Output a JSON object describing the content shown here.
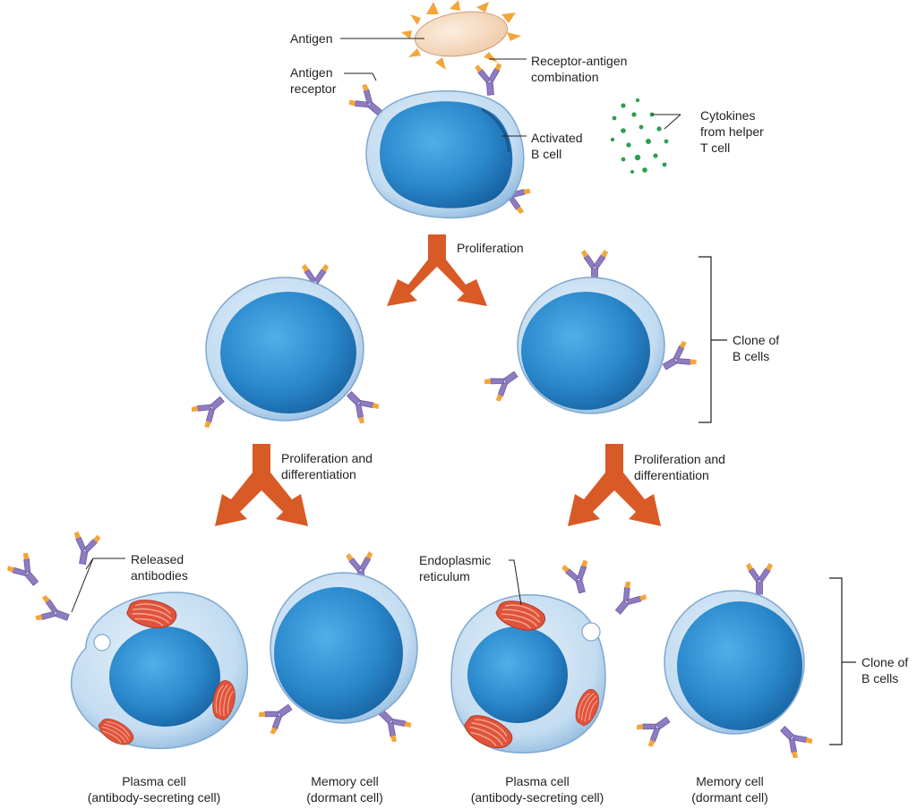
{
  "labels": {
    "antigen": "Antigen",
    "antigen_receptor": [
      "Antigen",
      "receptor"
    ],
    "receptor_antigen_combination": [
      "Receptor-antigen",
      "combination"
    ],
    "activated_b_cell": [
      "Activated",
      "B cell"
    ],
    "cytokines": [
      "Cytokines",
      "from helper",
      "T cell"
    ],
    "proliferation": "Proliferation",
    "clone_top": [
      "Clone of",
      "B cells"
    ],
    "prolif_diff_left": [
      "Proliferation and",
      "differentiation"
    ],
    "prolif_diff_right": [
      "Proliferation and",
      "differentiation"
    ],
    "released_antibodies": [
      "Released",
      "antibodies"
    ],
    "endoplasmic_reticulum": [
      "Endoplasmic",
      "reticulum"
    ],
    "clone_bottom": [
      "Clone of",
      "B cells"
    ],
    "plasma_cell_1": [
      "Plasma cell",
      "(antibody-secreting cell)"
    ],
    "memory_cell_1": [
      "Memory cell",
      "(dormant cell)"
    ],
    "plasma_cell_2": [
      "Plasma cell",
      "(antibody-secreting cell)"
    ],
    "memory_cell_2": [
      "Memory cell",
      "(dormant cell)"
    ]
  },
  "colors": {
    "nucleus": "#2e8fd0",
    "cytoplasm": "#c6dff3",
    "receptor": "#8e7bc0",
    "receptor_tip": "#f4a53a",
    "antigen": "#f6dcc4",
    "cytokine": "#2e9e4f",
    "arrow": "#d85a27",
    "er": "#e0533b",
    "leader": "#231f20"
  }
}
